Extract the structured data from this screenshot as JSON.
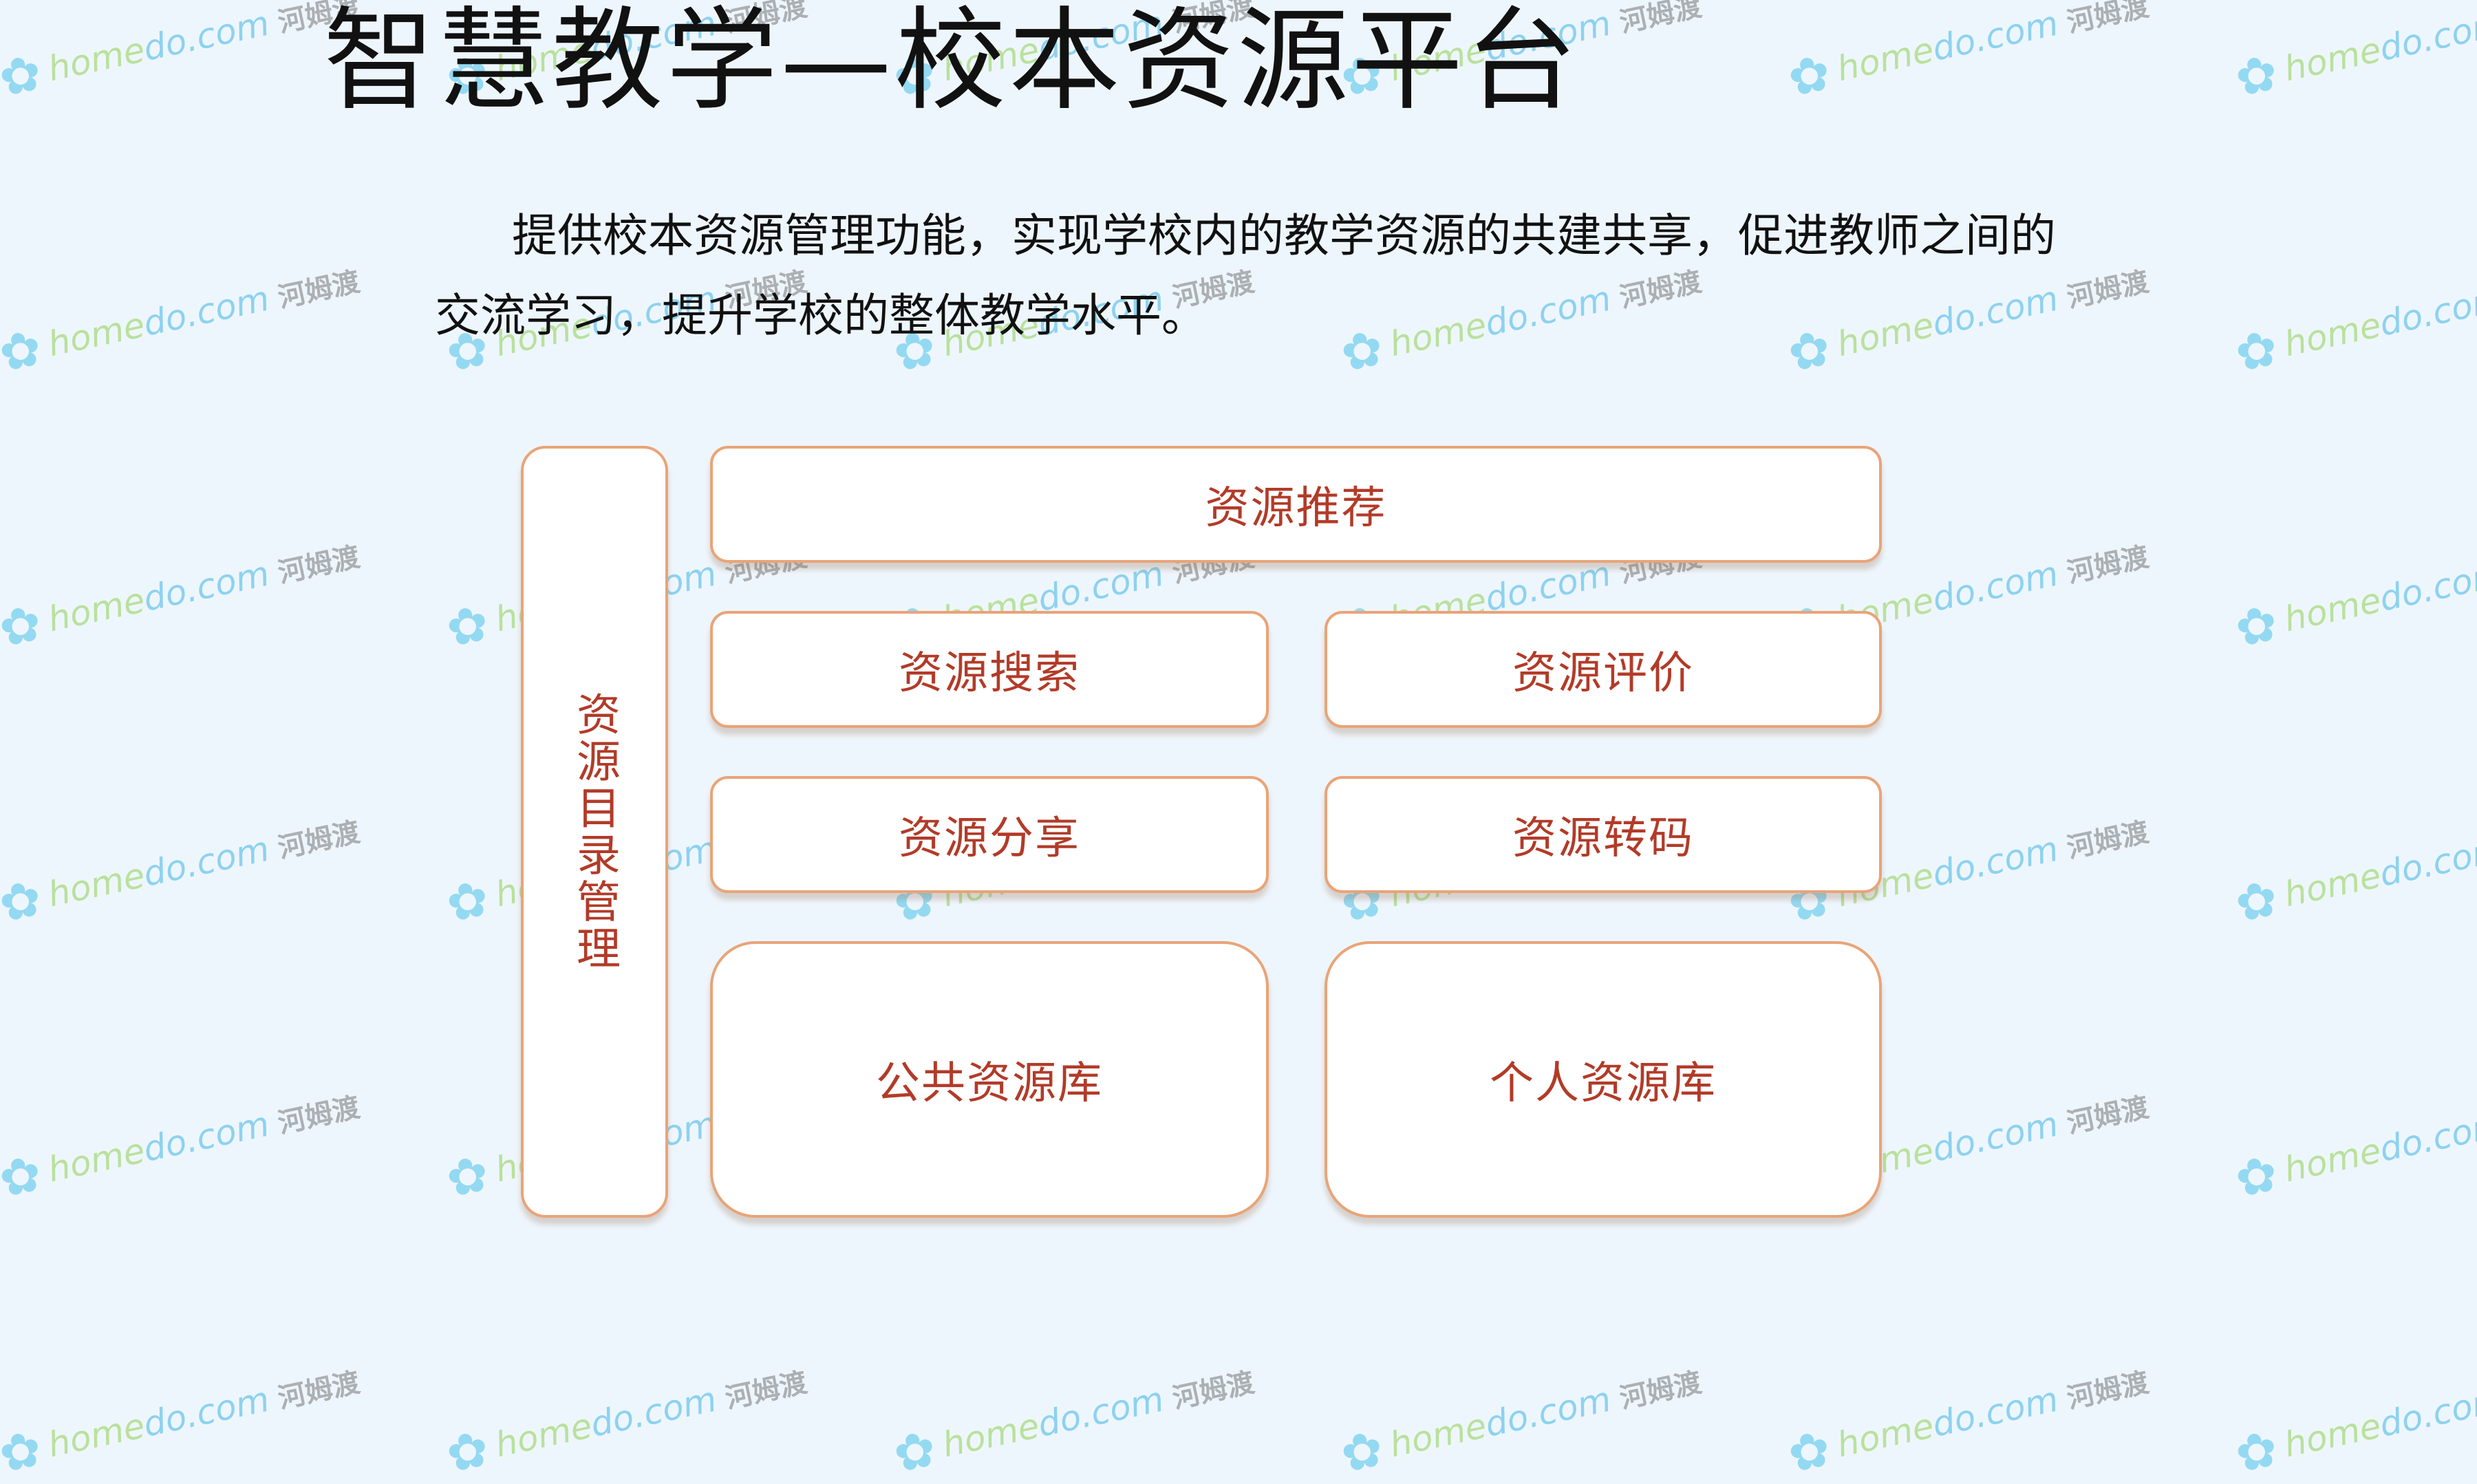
{
  "page": {
    "title": "智慧教学—校本资源平台",
    "intro": "提供校本资源管理功能，实现学校内的教学资源的共建共享，促进教师之间的交流学习，提升学校的整体教学水平。"
  },
  "diagram": {
    "side": {
      "label": "资源目录管理"
    },
    "modules": {
      "recommend": "资源推荐",
      "search": "资源搜索",
      "evaluate": "资源评价",
      "share": "资源分享",
      "transcode": "资源转码",
      "public_library": "公共资源库",
      "personal_library": "个人资源库"
    },
    "colors": {
      "border": "#e9a478",
      "label": "#b23b28",
      "background": "#eef6fd"
    }
  },
  "watermark": {
    "brand_prefix": "home",
    "brand_accent": "do",
    "brand_suffix": ".com",
    "cn": "河姆渡",
    "icon": "flower-icon"
  }
}
